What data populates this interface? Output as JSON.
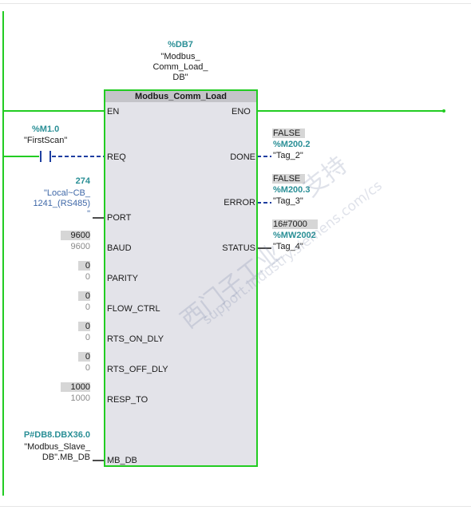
{
  "instance": {
    "db": "%DB7",
    "name_lines": [
      "\"Modbus_",
      "Comm_Load_",
      "DB\""
    ]
  },
  "block": {
    "title": "Modbus_Comm_Load",
    "en": "EN",
    "eno": "ENO",
    "inputs": [
      "REQ",
      "PORT",
      "BAUD",
      "PARITY",
      "FLOW_CTRL",
      "RTS_ON_DLY",
      "RTS_OFF_DLY",
      "RESP_TO",
      "MB_DB"
    ],
    "outputs": [
      "DONE",
      "ERROR",
      "STATUS"
    ]
  },
  "req": {
    "address": "%M1.0",
    "tag": "\"FirstScan\""
  },
  "port": {
    "value": "274",
    "tag_lines": [
      "\"Local~CB_",
      "1241_(RS485)",
      "\""
    ]
  },
  "baud": {
    "monitor": "9600",
    "value": "9600"
  },
  "parity": {
    "monitor": "0",
    "value": "0"
  },
  "flow_ctrl": {
    "monitor": "0",
    "value": "0"
  },
  "rts_on_dly": {
    "monitor": "0",
    "value": "0"
  },
  "rts_off_dly": {
    "monitor": "0",
    "value": "0"
  },
  "resp_to": {
    "monitor": "1000",
    "value": "1000"
  },
  "mb_db": {
    "address": "P#DB8.DBX36.0",
    "tag_lines": [
      "\"Modbus_Slave_",
      "DB\".MB_DB"
    ]
  },
  "done": {
    "monitor": "FALSE",
    "address": "%M200.2",
    "tag": "\"Tag_2\""
  },
  "error": {
    "monitor": "FALSE",
    "address": "%M200.3",
    "tag": "\"Tag_3\""
  },
  "status": {
    "monitor": "16#7000",
    "address": "%MW2002",
    "tag": "\"Tag_4\""
  },
  "watermark": {
    "line1": "西门子工业",
    "line2": "support.industry.siemens.com/cs",
    "line3": "支持"
  },
  "colors": {
    "powerflow": "#22cc22",
    "teal": "#2a8f96",
    "block_fill": "#e3e3e9",
    "wire_blue": "#1f3fa0"
  }
}
